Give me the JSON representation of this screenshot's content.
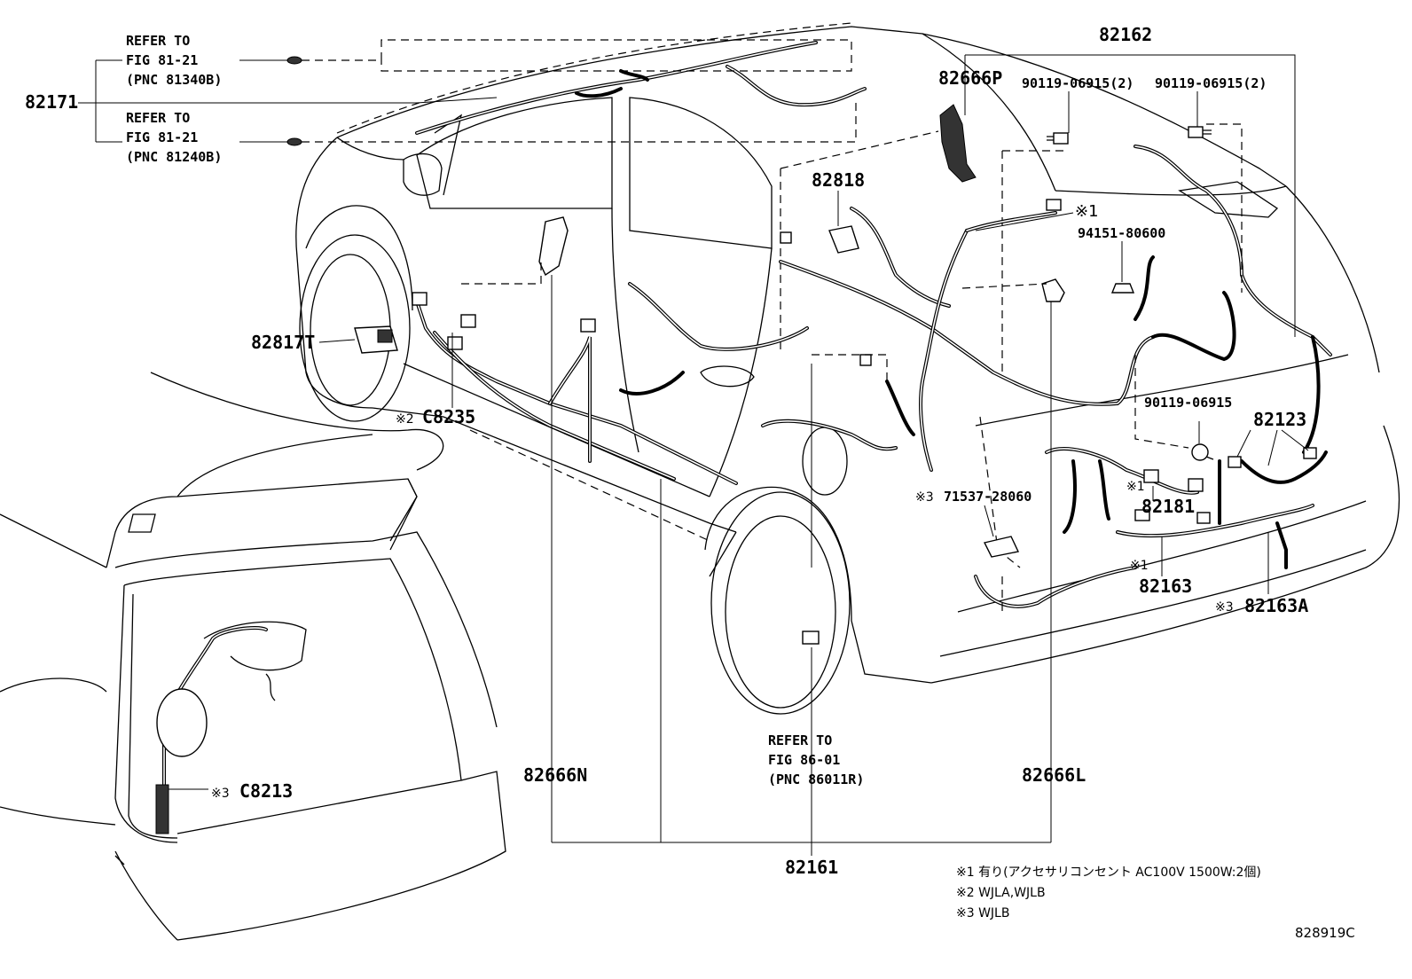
{
  "labels": {
    "p82162": "82162",
    "p82171": "82171",
    "p82666P": "82666P",
    "bolt1": "90119-06915(2)",
    "bolt2": "90119-06915(2)",
    "p82818": "82818",
    "mark1_top": "※1",
    "clip": "94151-80600",
    "p82817T": "82817T",
    "c8235": "C8235",
    "mark2_c8235": "※2",
    "bolt3": "90119-06915",
    "p82123": "82123",
    "mark1_mid": "※1",
    "p82181": "82181",
    "mark3_71537": "※3",
    "p71537": "71537-28060",
    "mark1_low": "※1",
    "p82163": "82163",
    "mark3_82163A": "※3",
    "p82163A": "82163A",
    "mark3_c8213": "※3",
    "c8213": "C8213",
    "p82666N": "82666N",
    "p82666L": "82666L",
    "p82161": "82161",
    "fig_number": "828919C"
  },
  "refs": {
    "ref1": [
      "REFER TO",
      "FIG 81-21",
      "(PNC 81340B)"
    ],
    "ref2": [
      "REFER TO",
      "FIG 81-21",
      "(PNC 81240B)"
    ],
    "ref3": [
      "REFER TO",
      "FIG 86-01",
      "(PNC 86011R)"
    ]
  },
  "notes": [
    "※1 有り(アクセサリコンセント AC100V 1500W:2個)",
    "※2 WJLA,WJLB",
    "※3 WJLB"
  ]
}
